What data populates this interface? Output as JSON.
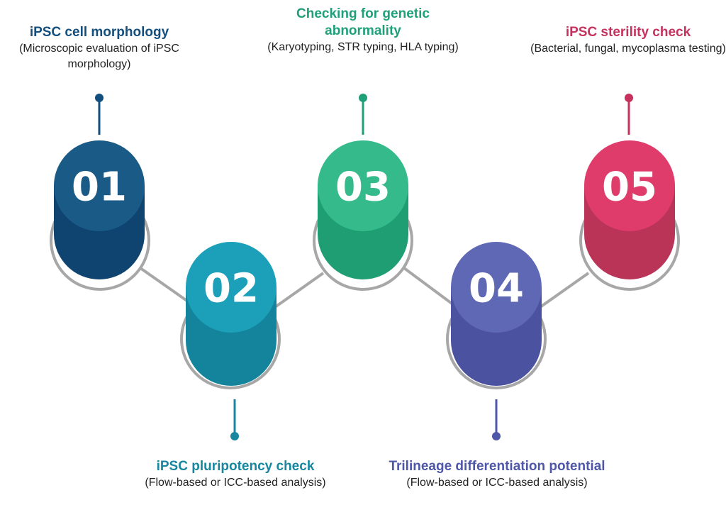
{
  "steps": [
    {
      "number": "01",
      "title": "iPSC cell morphology",
      "description": "(Microscopic evaluation of iPSC morphology)",
      "color_top": "#1a5a86",
      "color_bottom": "#0f4470",
      "title_color": "#134f7e"
    },
    {
      "number": "02",
      "title": "iPSC pluripotency check",
      "description": "(Flow-based or ICC-based analysis)",
      "color_top": "#1ca0b9",
      "color_bottom": "#14849c",
      "title_color": "#1787a0"
    },
    {
      "number": "03",
      "title": "Checking for genetic abnormality",
      "description": "(Karyotyping, STR typing, HLA typing)",
      "color_top": "#35ba8b",
      "color_bottom": "#1f9e73",
      "title_color": "#1fa079"
    },
    {
      "number": "04",
      "title": "Trilineage differentiation potential",
      "description": "(Flow-based or ICC-based analysis)",
      "color_top": "#5f68b4",
      "color_bottom": "#4b529f",
      "title_color": "#4e57a8"
    },
    {
      "number": "05",
      "title": "iPSC sterility check",
      "description": "(Bacterial, fungal, mycoplasma testing)",
      "color_top": "#df3b6b",
      "color_bottom": "#b93457",
      "title_color": "#c4325d"
    }
  ],
  "connector_color": "#a7a7a7"
}
